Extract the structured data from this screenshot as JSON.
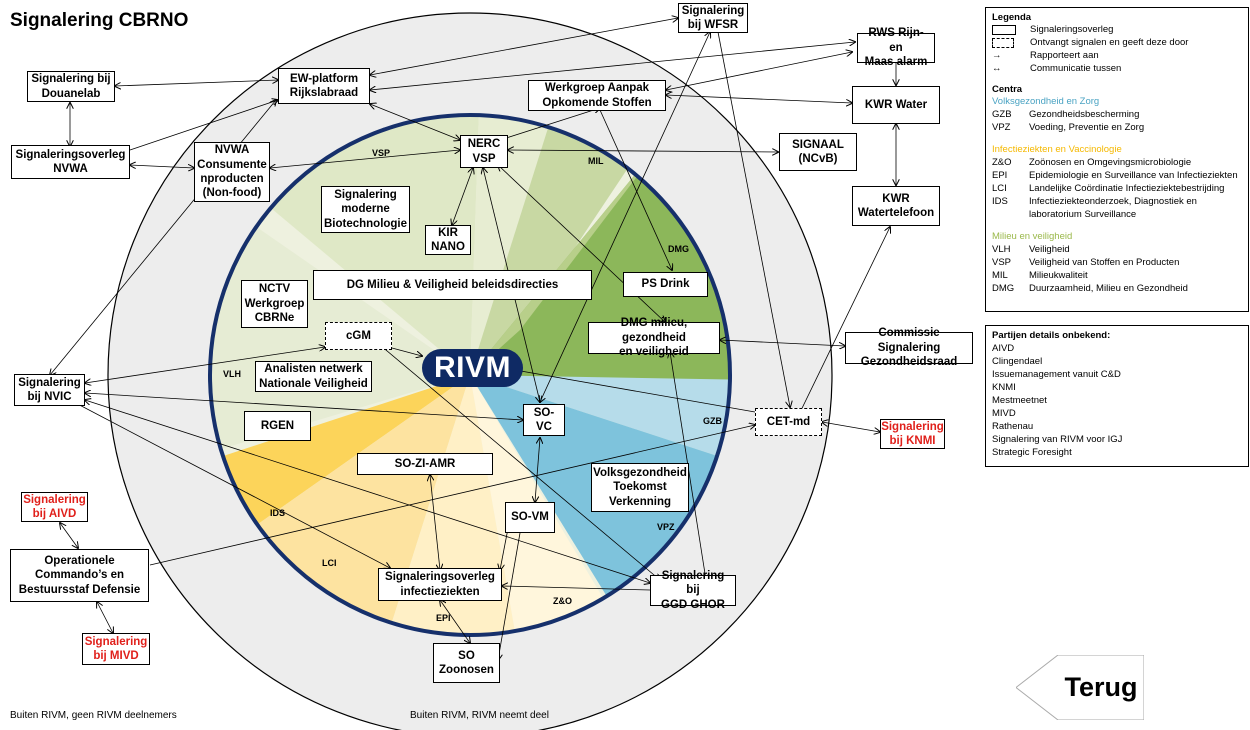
{
  "title": "Signalering CBRNO",
  "footer_left": "Buiten RIVM, geen RIVM deelnemers",
  "footer_center": "Buiten RIVM, RIVM neemt deel",
  "center_label": "RIVM",
  "segment_labels": {
    "vsp": "VSP",
    "mil": "MIL",
    "dmg": "DMG",
    "gzb": "GZB",
    "vpz": "VPZ",
    "zo": "Z&O",
    "epi": "EPI",
    "lci": "LCI",
    "ids": "IDS",
    "vlh": "VLH"
  },
  "nodes": {
    "wfsr": "Signalering\nbij WFSR",
    "rws": "RWS Rijn- en\nMaas alarm",
    "kwr_water": "KWR Water",
    "kwr_telefoon": "KWR\nWatertelefoon",
    "douanelab": "Signalering bij\nDouanelab",
    "ew_platform": "EW-platform\nRijkslabraad",
    "werkgroep_aanpak": "Werkgroep Aanpak\nOpkomende Stoffen",
    "signaal": "SIGNAAL\n(NCvB)",
    "nvwa": "Signaleringsoverleg\nNVWA",
    "nvwa_consumenten": "NVWA\nConsumente\nnproducten\n(Non-food)",
    "nerc": "NERC\nVSP",
    "moderne_biotech": "Signalering\nmoderne\nBiotechnologie",
    "kir": "KIR\nNANO",
    "dg_milieu": "DG Milieu & Veiligheid beleidsdirecties",
    "ps_drink": "PS Drink",
    "nctv": "NCTV\nWerkgroep\nCBRNe",
    "cgm": "cGM",
    "dmg_box": "DMG milieu, gezondheid\nen veiligheid",
    "commissie": "Commissie Signalering\nGezondheidsraad",
    "analisten": "Analisten netwerk\nNationale Veiligheid",
    "nvic": "Signalering\nbij NVIC",
    "so_vc": "SO-VC",
    "cet_md": "CET-md",
    "knmi": "Signalering\nbij KNMI",
    "rgen": "RGEN",
    "so_zi_amr": "SO-ZI-AMR",
    "vtv": "Volksgezondheid\nToekomst\nVerkenning",
    "aivd": "Signalering\nbij AIVD",
    "so_vm": "SO-VM",
    "defensie": "Operationele\nCommando’s en\nBestuursstaf Defensie",
    "signaleringsoverleg_inf": "Signaleringsoverleg\ninfectieziekten",
    "ggd": "Signalering bij\nGGD GHOR",
    "mivd": "Signalering\nbij MIVD",
    "so_zoonosen": "SO\nZoonosen"
  },
  "legend": {
    "heading": "Legenda",
    "items": [
      {
        "symbol": "solid-box",
        "text": "Signaleringsoverleg"
      },
      {
        "symbol": "dashed-box",
        "text": "Ontvangt signalen en geeft deze door"
      },
      {
        "symbol": "arrow-right",
        "text": "Rapporteert aan"
      },
      {
        "symbol": "arrow-both",
        "text": "Communicatie tussen"
      }
    ],
    "centra_heading": "Centra",
    "groups": [
      {
        "name": "Volksgezondheid en Zorg",
        "color": "#4aa3c3",
        "rows": [
          [
            "GZB",
            "Gezondheidsbescherming"
          ],
          [
            "VPZ",
            "Voeding, Preventie en Zorg"
          ]
        ]
      },
      {
        "name": "Infectieziekten en Vaccinologie",
        "color": "#f5b800",
        "rows": [
          [
            "Z&O",
            "Zoönosen en Omgevingsmicrobiologie"
          ],
          [
            "EPI",
            "Epidemiologie en Surveillance van Infectieziekten"
          ],
          [
            "LCI",
            "Landelijke Coördinatie Infectieziektebestrijding"
          ],
          [
            "IDS",
            "Infectieziekteonderzoek, Diagnostiek en"
          ],
          [
            "",
            "laboratorium Surveillance"
          ]
        ]
      },
      {
        "name": "Milieu en veiligheid",
        "color": "#9ab84a",
        "rows": [
          [
            "VLH",
            "Veiligheid"
          ],
          [
            "VSP",
            "Veiligheid van Stoffen en Producten"
          ],
          [
            "MIL",
            "Milieukwaliteit"
          ],
          [
            "DMG",
            "Duurzaamheid, Milieu en Gezondheid"
          ]
        ]
      }
    ]
  },
  "parties": {
    "heading": "Partijen details onbekend:",
    "items": [
      "AIVD",
      "Clingendael",
      "Issuemanagement vanuit C&D",
      "KNMI",
      "Mestmeetnet",
      "MIVD",
      "Rathenau",
      "Signalering van RIVM voor IGJ",
      "Strategic Foresight"
    ]
  },
  "back_button": "Terug",
  "colors": {
    "ring_outer": "#ededed",
    "ring_inner_border": "#16306b",
    "rivm_badge": "#0f2a64",
    "external_red": "#e0201b"
  }
}
